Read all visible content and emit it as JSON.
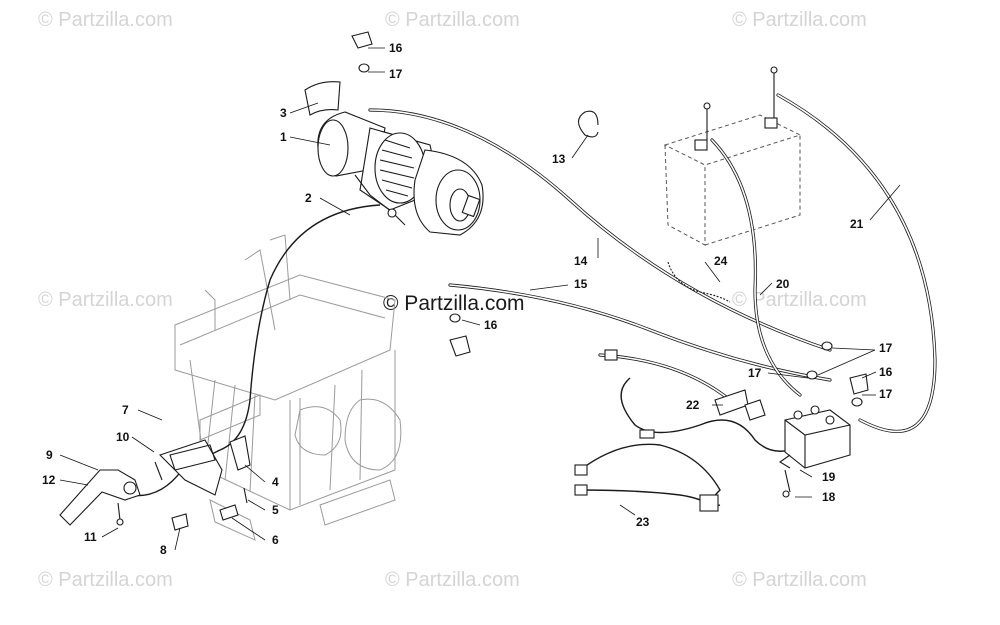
{
  "watermarks": {
    "small_text": "© Partzilla.com",
    "center_text": "© Partzilla.com"
  },
  "callouts": {
    "c1": "1",
    "c2": "2",
    "c3": "3",
    "c4": "4",
    "c5": "5",
    "c6": "6",
    "c7": "7",
    "c8": "8",
    "c9": "9",
    "c10": "10",
    "c11": "11",
    "c12": "12",
    "c13": "13",
    "c14": "14",
    "c15": "15",
    "c16a": "16",
    "c16b": "16",
    "c16c": "16",
    "c17a": "17",
    "c17b": "17",
    "c17c": "17",
    "c17d": "17",
    "c18": "18",
    "c19": "19",
    "c20": "20",
    "c21": "21",
    "c22": "22",
    "c23": "23",
    "c24": "24"
  }
}
